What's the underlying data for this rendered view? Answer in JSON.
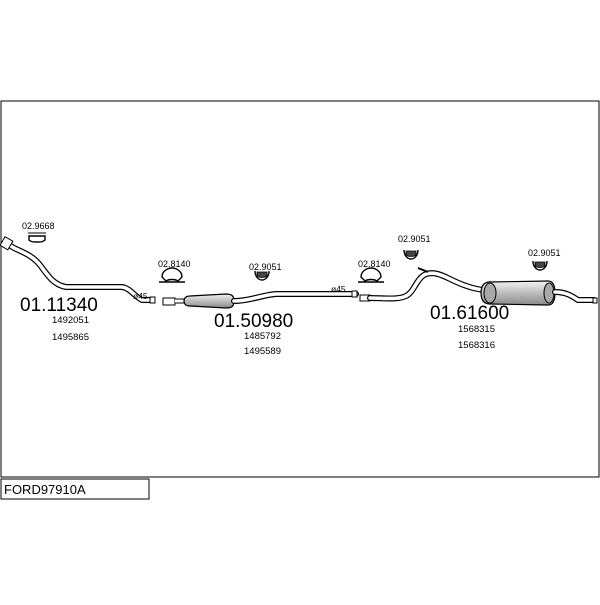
{
  "title": "FORD97910A",
  "sections": [
    {
      "part_number": "01.11340",
      "references": [
        "1492051",
        "1495865"
      ]
    },
    {
      "part_number": "01.50980",
      "references": [
        "1485792",
        "1495589"
      ]
    },
    {
      "part_number": "01.61600",
      "references": [
        "1568315",
        "1568316"
      ]
    }
  ],
  "clamps": [
    {
      "code": "02.9668"
    },
    {
      "code": "02.8140"
    },
    {
      "code": "02.9051"
    },
    {
      "code": "02.8140"
    },
    {
      "code": "02.9051"
    },
    {
      "code": "02.9051"
    }
  ],
  "diameters": [
    "ø45",
    "ø45"
  ],
  "colors": {
    "line": "#000000",
    "pipe_fill": "#ffffff",
    "part_fill": "#d8d8d8"
  }
}
